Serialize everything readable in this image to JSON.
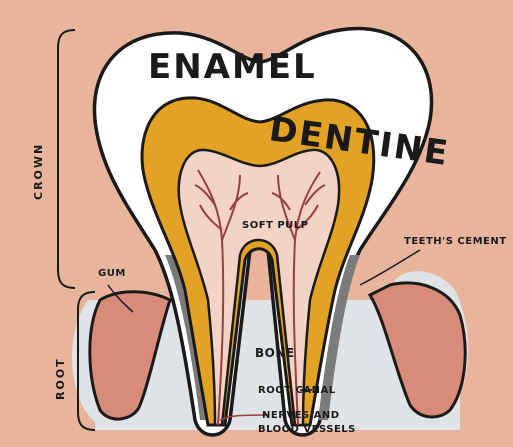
{
  "labels": {
    "enamel": "ENAMEL",
    "dentine": "DENTINE",
    "soft_pulp": "SOFT PULP",
    "teeth_cement": "TEETH'S CEMENT",
    "gum": "GUM",
    "bone": "BONE",
    "root_canal": "ROOT CANAL",
    "nerves_line1": "NERVES AND",
    "nerves_line2": "BLOOD VESSELS",
    "crown": "CROWN",
    "root": "ROOT"
  },
  "colors": {
    "background": "#e8b59c",
    "enamel": "#ffffff",
    "dentine": "#e3a224",
    "pulp": "#f3d3c6",
    "gum": "#d98b7a",
    "bone": "#dfe3e6",
    "cement": "#7b7b7b",
    "vessels": "#9a3f3f",
    "outline": "#1a1a1a"
  }
}
